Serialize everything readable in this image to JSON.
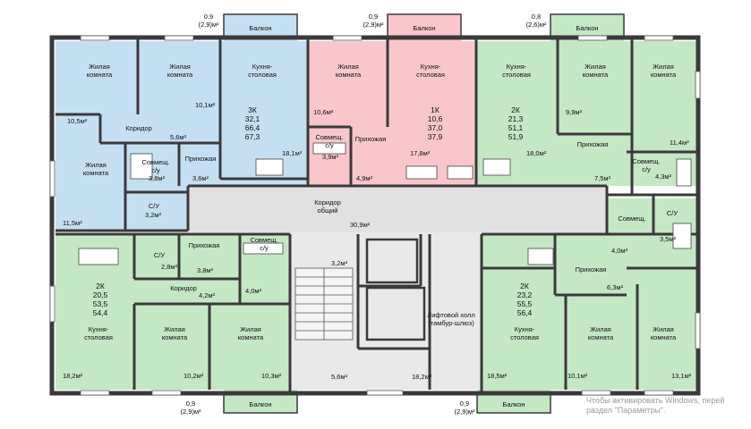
{
  "colors": {
    "blue": "#c5dff2",
    "pink": "#f8c6cb",
    "green": "#c4e7c4",
    "corridor": "#e1e1e1",
    "wall": "#3a3a3a"
  },
  "labels": {
    "living": "Жилая\nкомната",
    "kitchen": "Кухня-\nстоловая",
    "corridor": "Коридор",
    "hall": "Прихожая",
    "sovm": "Совмещ.\nс/у",
    "sovm_short": "Совмещ.",
    "su": "С/У",
    "balcony": "Балкон",
    "corridor_common": "Коридор\nобщий",
    "lift_hall": "Лифтовой холл\n(тамбур-шлюз)"
  },
  "balconies": {
    "top_left": "0,9\n(2,9)м²",
    "top_mid": "0,9\n(2,9)м²",
    "top_right": "0,8\n(2,6)м²",
    "bottom_left": "0,9\n(2,9)м²",
    "bottom_mid": "0,9\n(2,9)м²"
  },
  "apartments": {
    "a3k": "3К\n32,1\n66,4\n67,3",
    "a1k": "1К\n10,6\n37,0\n37,9",
    "a2k_top": "2К\n21,3\n51,1\n51,9",
    "a2k_bl": "2К\n20,5\n53,5\n54,4",
    "a2k_br": "2К\n23,2\n55,5\n56,4"
  },
  "areas": {
    "r1": "10,5м²",
    "r2": "10,1м²",
    "r3": "18,1м²",
    "r4": "5,6м²",
    "r5": "3,8м²",
    "r6": "3,6м²",
    "r7": "3,2м²",
    "r8": "11,5м²",
    "p1": "10,6м²",
    "p2": "3,9м²",
    "p3": "4,9м²",
    "p4": "17,8м²",
    "g1": "9,9м²",
    "g2": "18,0м²",
    "g3": "7,5м²",
    "g4": "4,3м²",
    "g5": "11,4м²",
    "g6": "4,0м²",
    "g7": "3,5м²",
    "g8": "6,3м²",
    "c1": "30,9м²",
    "c2": "3,2м²",
    "c3": "5,6м²",
    "c4": "18,2м²",
    "b1": "2,8м²",
    "b2": "3,8м²",
    "b3": "4,2м²",
    "b4": "4,0м²",
    "b5": "18,2м²",
    "b6": "10,2м²",
    "b7": "10,3м²",
    "e1": "18,5м²",
    "e2": "10,1м²",
    "e3": "13,1м²"
  },
  "watermark": {
    "line1": "Чтобы активировать Windows, перей",
    "line2": "раздел \"Параметры\"."
  }
}
